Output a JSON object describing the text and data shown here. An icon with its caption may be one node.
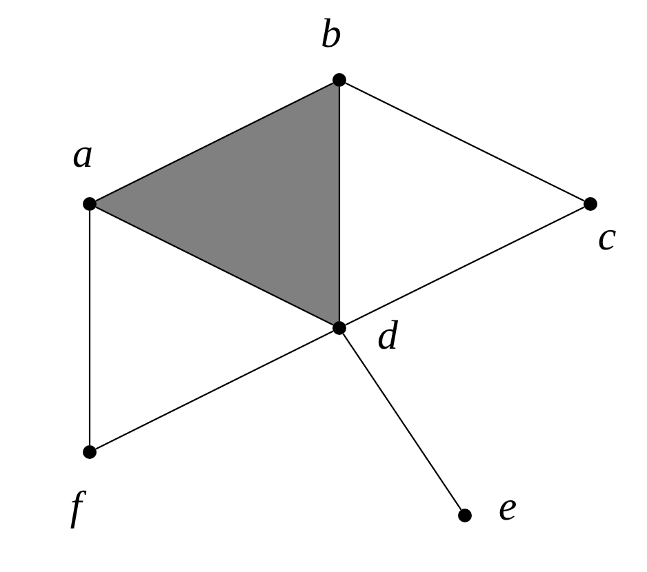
{
  "diagram": {
    "nodes": [
      {
        "text": [],
        "shape": "circle",
        "beside": [
          "a"
        ]
      },
      {
        "text": [],
        "shape": "circle",
        "beside": [
          "b"
        ]
      },
      {
        "text": [],
        "shape": "circle",
        "beside": [
          "c"
        ]
      },
      {
        "text": [],
        "shape": "circle",
        "beside": [
          "d"
        ]
      },
      {
        "text": [],
        "shape": "circle",
        "beside": [
          "e"
        ]
      },
      {
        "text": [],
        "shape": "circle",
        "beside": [
          "f"
        ]
      }
    ],
    "edges": [
      {
        "from": 0,
        "to": 1,
        "arrow": "none"
      },
      {
        "from": 1,
        "to": 2,
        "arrow": "none"
      },
      {
        "from": 2,
        "to": 3,
        "arrow": "none"
      },
      {
        "from": 0,
        "to": 3,
        "arrow": "none"
      },
      {
        "from": 1,
        "to": 3,
        "arrow": "none"
      },
      {
        "from": 0,
        "to": 5,
        "arrow": "none"
      },
      {
        "from": 5,
        "to": 3,
        "arrow": "none"
      },
      {
        "from": 3,
        "to": 4,
        "arrow": "none"
      }
    ]
  }
}
